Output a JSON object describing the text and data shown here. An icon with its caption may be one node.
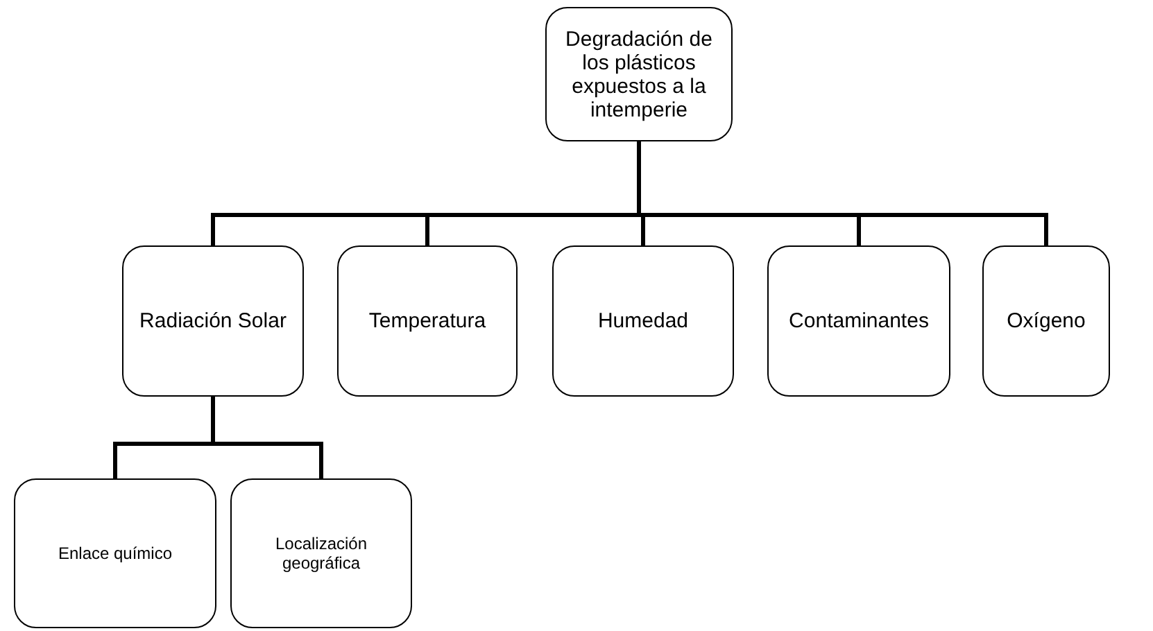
{
  "diagram": {
    "nodes": [
      {
        "text": [
          "Degradación de los plásticos expuestos a la intemperie"
        ]
      },
      {
        "text": [
          "Radiación Solar"
        ]
      },
      {
        "text": [
          "Temperatura"
        ]
      },
      {
        "text": [
          "Humedad"
        ]
      },
      {
        "text": [
          "Contaminantes"
        ]
      },
      {
        "text": [
          "Oxígeno"
        ]
      },
      {
        "text": [
          "Enlace químico"
        ]
      },
      {
        "text": [
          "Localización geográfica"
        ]
      }
    ],
    "edges": [
      {
        "from": 0,
        "to": 1,
        "arrow": "none"
      },
      {
        "from": 0,
        "to": 2,
        "arrow": "none"
      },
      {
        "from": 0,
        "to": 3,
        "arrow": "none"
      },
      {
        "from": 0,
        "to": 4,
        "arrow": "none"
      },
      {
        "from": 0,
        "to": 5,
        "arrow": "none"
      },
      {
        "from": 1,
        "to": 6,
        "arrow": "none"
      },
      {
        "from": 1,
        "to": 7,
        "arrow": "none"
      }
    ]
  }
}
